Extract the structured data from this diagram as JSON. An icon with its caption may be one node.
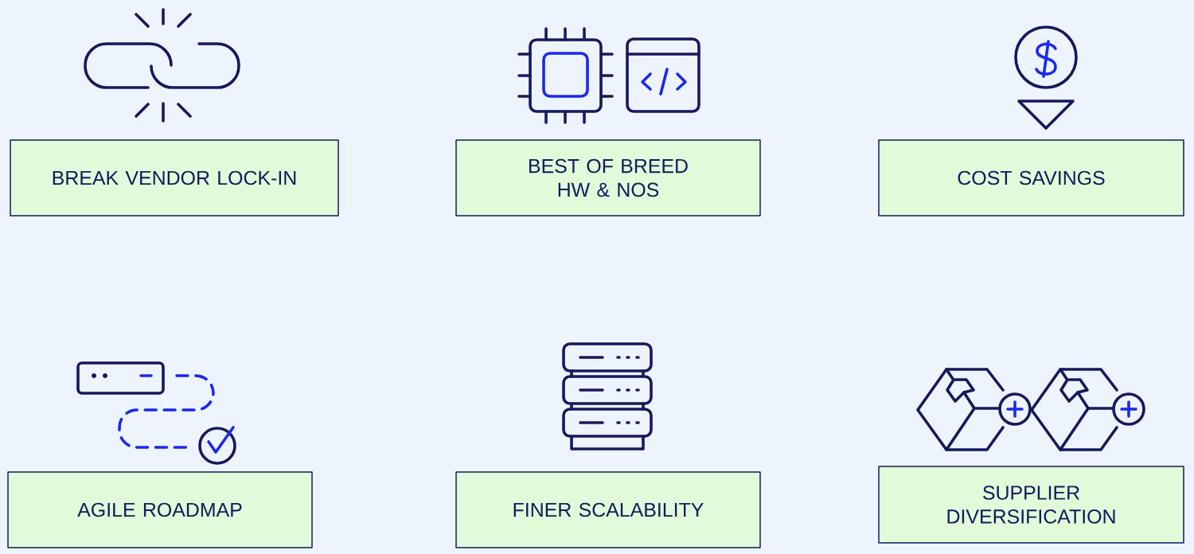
{
  "diagram": {
    "nodes": [
      {
        "text": [
          "BREAK VENDOR LOCK-IN"
        ]
      },
      {
        "text": [
          "BEST OF BREED HW & NOS"
        ]
      },
      {
        "text": [
          "COST SAVINGS"
        ]
      },
      {
        "text": [
          "AGILE ROADMAP"
        ]
      },
      {
        "text": [
          "FINER SCALABILITY"
        ]
      },
      {
        "text": [
          "SUPPLIER DIVERSIFICATION"
        ]
      }
    ]
  }
}
